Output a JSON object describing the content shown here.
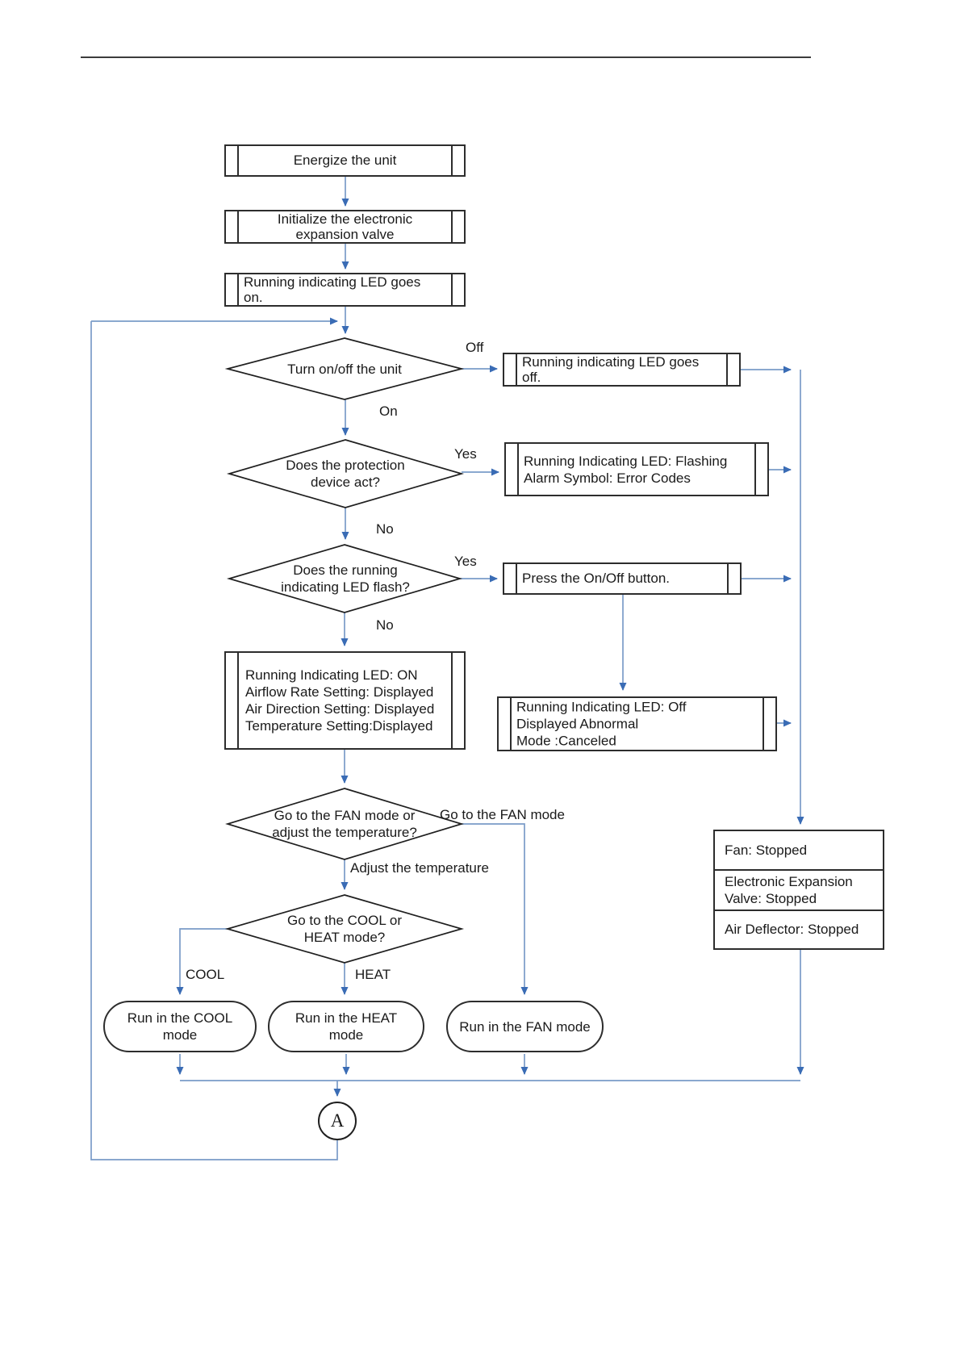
{
  "flowchart": {
    "process_nodes": {
      "energize": {
        "lines": [
          "Energize the unit"
        ]
      },
      "init_valve": {
        "lines": [
          "Initialize the electronic",
          "expansion valve"
        ]
      },
      "led_on": {
        "lines": [
          "Running indicating LED goes",
          "on."
        ]
      },
      "led_off": {
        "lines": [
          "Running indicating LED goes",
          "off."
        ]
      },
      "led_flashing": {
        "lines": [
          "Running Indicating LED: Flashing",
          "Alarm Symbol: Error Codes"
        ]
      },
      "press_button": {
        "lines": [
          "Press the On/Off button."
        ]
      },
      "normal_display": {
        "lines": [
          "Running Indicating LED: ON",
          "Airflow Rate Setting: Displayed",
          "Air Direction Setting: Displayed",
          "Temperature Setting:Displayed"
        ]
      },
      "abnormal": {
        "lines": [
          "Running Indicating LED: Off",
          "Displayed Abnormal",
          "Mode :Canceled"
        ]
      }
    },
    "decisions": {
      "turn_onoff": {
        "lines": [
          "Turn on/off the unit"
        ]
      },
      "protection": {
        "lines": [
          "Does the protection",
          "device act?"
        ]
      },
      "led_flash": {
        "lines": [
          "Does the running",
          "indicating LED flash?"
        ]
      },
      "fan_or_temp": {
        "lines": [
          "Go to the FAN mode or",
          "adjust the temperature?"
        ]
      },
      "cool_or_heat": {
        "lines": [
          "Go to the COOL or",
          "HEAT mode?"
        ]
      }
    },
    "terminals": {
      "run_cool": {
        "lines": [
          "Run in the COOL",
          "mode"
        ]
      },
      "run_heat": {
        "lines": [
          "Run in the HEAT",
          "mode"
        ]
      },
      "run_fan": {
        "lines": [
          "Run in the FAN mode"
        ]
      }
    },
    "status_box": {
      "cells": [
        "Fan: Stopped",
        "Electronic Expansion Valve: Stopped",
        "Air Deflector: Stopped"
      ]
    },
    "branch_labels": {
      "off": "Off",
      "on": "On",
      "yes_protection": "Yes",
      "no_protection": "No",
      "yes_flash": "Yes",
      "no_flash": "No",
      "go_fan": "Go to the FAN mode",
      "adjust_temp": "Adjust the temperature",
      "cool": "COOL",
      "heat": "HEAT"
    },
    "connector_label": "A",
    "colors": {
      "line": "#7a9bc8",
      "arrowhead": "#3a6cb5",
      "shape_border": "#2d2d2d"
    }
  }
}
